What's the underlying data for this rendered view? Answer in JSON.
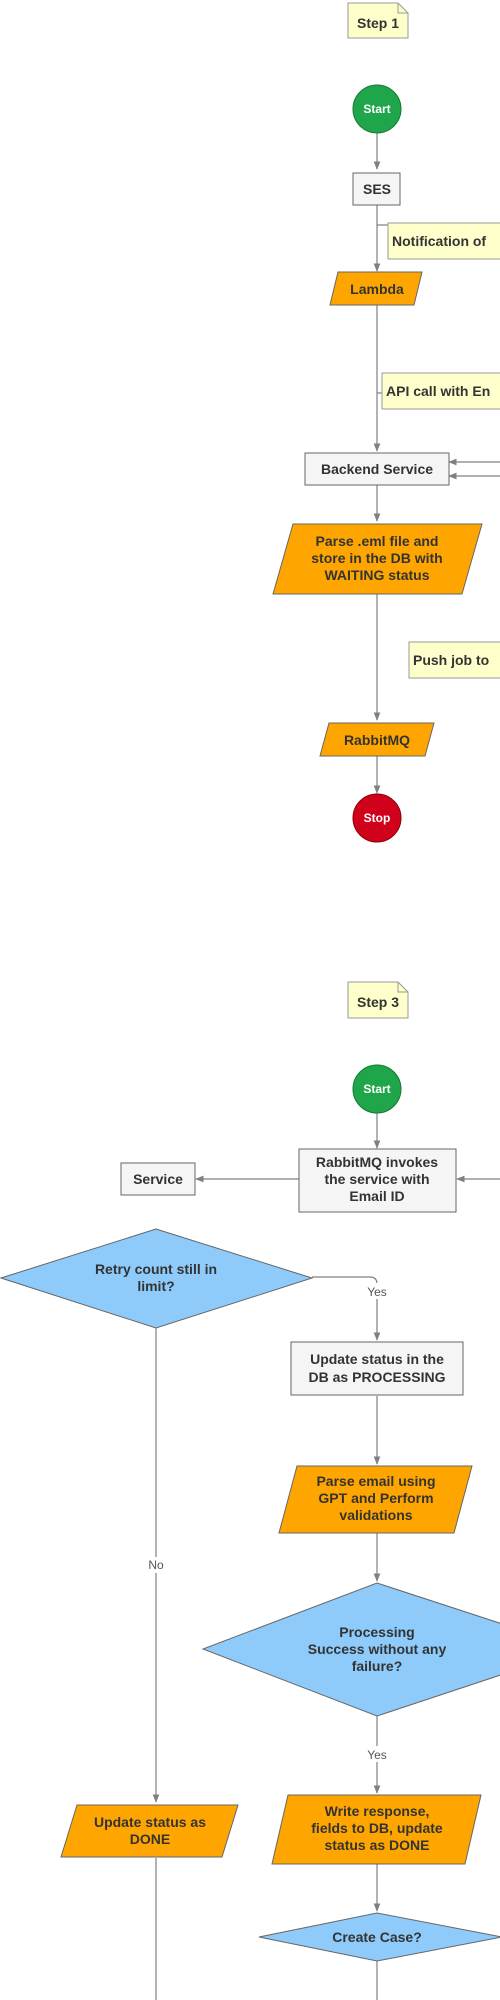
{
  "colors": {
    "orange": "#FFA500",
    "blue": "#8ECBFA",
    "green": "#1FA64A",
    "red": "#D0021B",
    "note": "#FFFFCC",
    "box": "#F5F5F5",
    "line": "#808080"
  },
  "step1": {
    "note": "Step 1",
    "start": "Start",
    "ses": "SES",
    "notification": "Notification of",
    "lambda": "Lambda",
    "api_call": "API call with En",
    "backend": "Backend Service",
    "parse": [
      "Parse .eml file and",
      "store in the DB with",
      "WAITING status"
    ],
    "push_job": "Push job to",
    "rabbitmq": "RabbitMQ",
    "stop": "Stop"
  },
  "step3": {
    "note": "Step 3",
    "start": "Start",
    "invoke": [
      "RabbitMQ invokes",
      "the service with",
      "Email ID"
    ],
    "service": "Service",
    "retry": [
      "Retry count still in",
      "limit?"
    ],
    "yes1": "Yes",
    "update_processing": [
      "Update status in the",
      "DB as PROCESSING"
    ],
    "parse_gpt": [
      "Parse email using",
      "GPT and Perform",
      "validations"
    ],
    "processing_success": [
      "Processing",
      "Success without any",
      "failure?"
    ],
    "no": "No",
    "yes2": "Yes",
    "update_done": [
      "Update status as",
      "DONE"
    ],
    "write_response": [
      "Write response,",
      "fields to DB, update",
      "status as DONE"
    ],
    "create_case": "Create Case?"
  }
}
